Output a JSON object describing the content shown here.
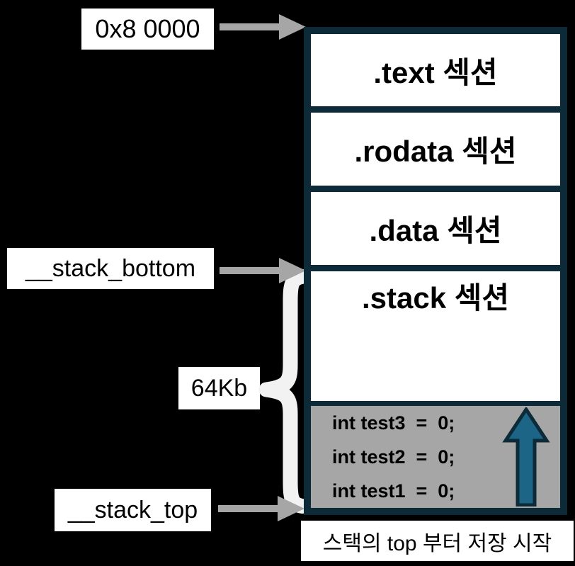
{
  "diagram": {
    "address_label": "0x8 0000",
    "stack_bottom_label": "__stack_bottom",
    "size_label": "64Kb",
    "stack_top_label": "__stack_top",
    "caption": "스택의 top 부터 저장 시작",
    "sections": [
      {
        "name": ".text 섹션"
      },
      {
        "name": ".rodata 섹션"
      },
      {
        "name": ".data 섹션"
      },
      {
        "name": ".stack 섹션"
      }
    ],
    "stack_lines": [
      "int test3  =  0;",
      "int test2  =  0;",
      "int test1  =  0;"
    ],
    "colors": {
      "background": "#000000",
      "box_border": "#0c2a38",
      "section_bg": "#ffffff",
      "used_region_bg": "#a6a6a6",
      "gray_arrow": "#a6a6a6",
      "brace": "#f2f2f2",
      "up_arrow_fill": "#1d6586",
      "up_arrow_stroke": "#0c2a38",
      "text": "#000000"
    },
    "icons": {
      "right_arrow": "right-arrow-icon",
      "up_arrow": "up-arrow-icon",
      "brace": "curly-brace-icon"
    }
  }
}
